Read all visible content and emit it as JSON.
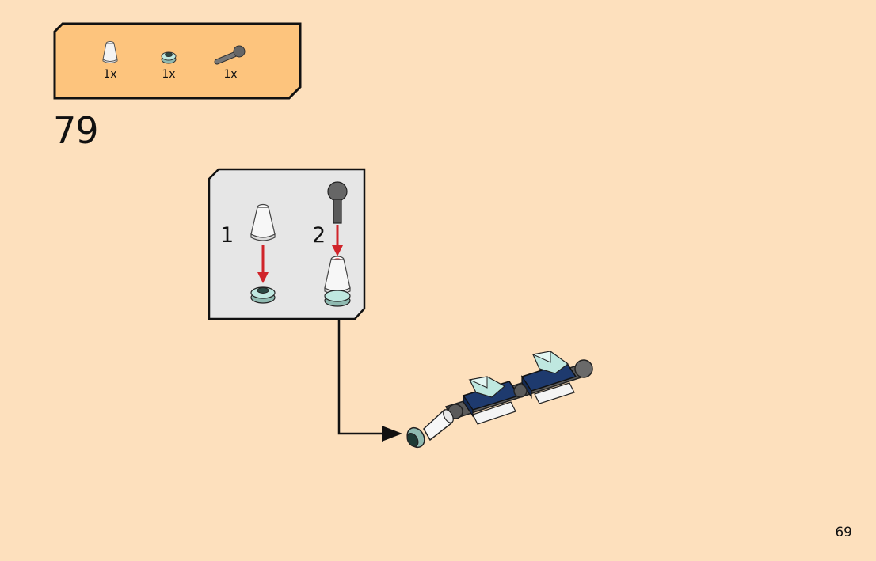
{
  "parts_list": [
    {
      "icon": "white-cone-piece",
      "qty": "1x"
    },
    {
      "icon": "teal-round-plate",
      "qty": "1x"
    },
    {
      "icon": "grey-ball-bar",
      "qty": "1x"
    }
  ],
  "step": {
    "number": "79"
  },
  "substeps": [
    {
      "label": "1"
    },
    {
      "label": "2"
    }
  ],
  "page": {
    "number": "69"
  },
  "colors": {
    "background": "#fde0bd",
    "callout": "#fdc47d",
    "subassembly_box": "#e6e6e6",
    "arrow_red": "#d0242a",
    "navy": "#1e3a6e",
    "teal_trans": "#bfe8e0",
    "dark_grey": "#555555"
  }
}
